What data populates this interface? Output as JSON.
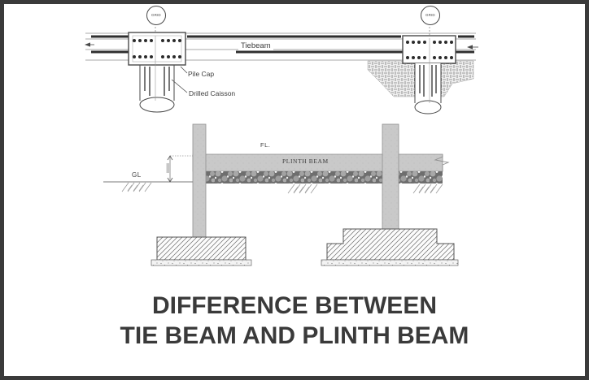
{
  "window": {
    "background": "#ffffff",
    "border_color": "#3a3a3a"
  },
  "tie_beam_diagram": {
    "grid_markers": [
      {
        "label": "GRID"
      },
      {
        "label": "GRID"
      }
    ],
    "tiebeam_label": "Tiebeam",
    "pile_cap_label": "Pile Cap",
    "drilled_caisson_label": "Drilled Caisson"
  },
  "plinth_beam_diagram": {
    "floor_level_label": "FL.",
    "plinth_beam_label": "PLINTH BEAM",
    "ground_level_label": "GL"
  },
  "title": {
    "line1": "DIFFERENCE BETWEEN",
    "line2": "TIE BEAM AND PLINTH BEAM",
    "color": "#3a3a3a"
  },
  "colors": {
    "concrete_gray": "#c9c9c9",
    "aggregate_dark": "#6e6e6e",
    "stone_gray": "#a2a2a2",
    "linework": "#4a4a4a",
    "rebar_dark": "#2f2f2f"
  }
}
